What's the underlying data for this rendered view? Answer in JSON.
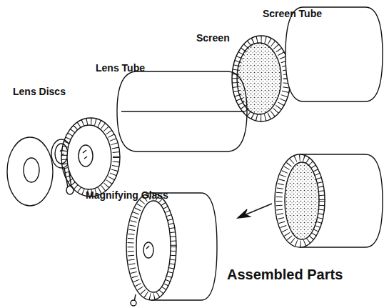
{
  "diagram": {
    "labels": [
      "Screen Tube",
      "Screen",
      "Lens Tube",
      "Lens Discs",
      "Magnifying Glass",
      "Assembled Parts"
    ]
  }
}
